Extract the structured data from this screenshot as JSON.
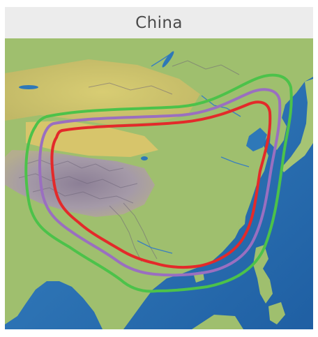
{
  "title": "China",
  "colors": {
    "ocean": "#2a74b5",
    "land": "#9fbf6e",
    "desert": "#d9c46a",
    "mountain": "#9a8a9a",
    "contour_outer": "#4cc24a",
    "contour_middle": "#9a6fc0",
    "contour_inner": "#e32a2a"
  },
  "contours": [
    {
      "level": "outer",
      "color": "#4cc24a"
    },
    {
      "level": "middle",
      "color": "#9a6fc0"
    },
    {
      "level": "inner",
      "color": "#e32a2a"
    }
  ]
}
